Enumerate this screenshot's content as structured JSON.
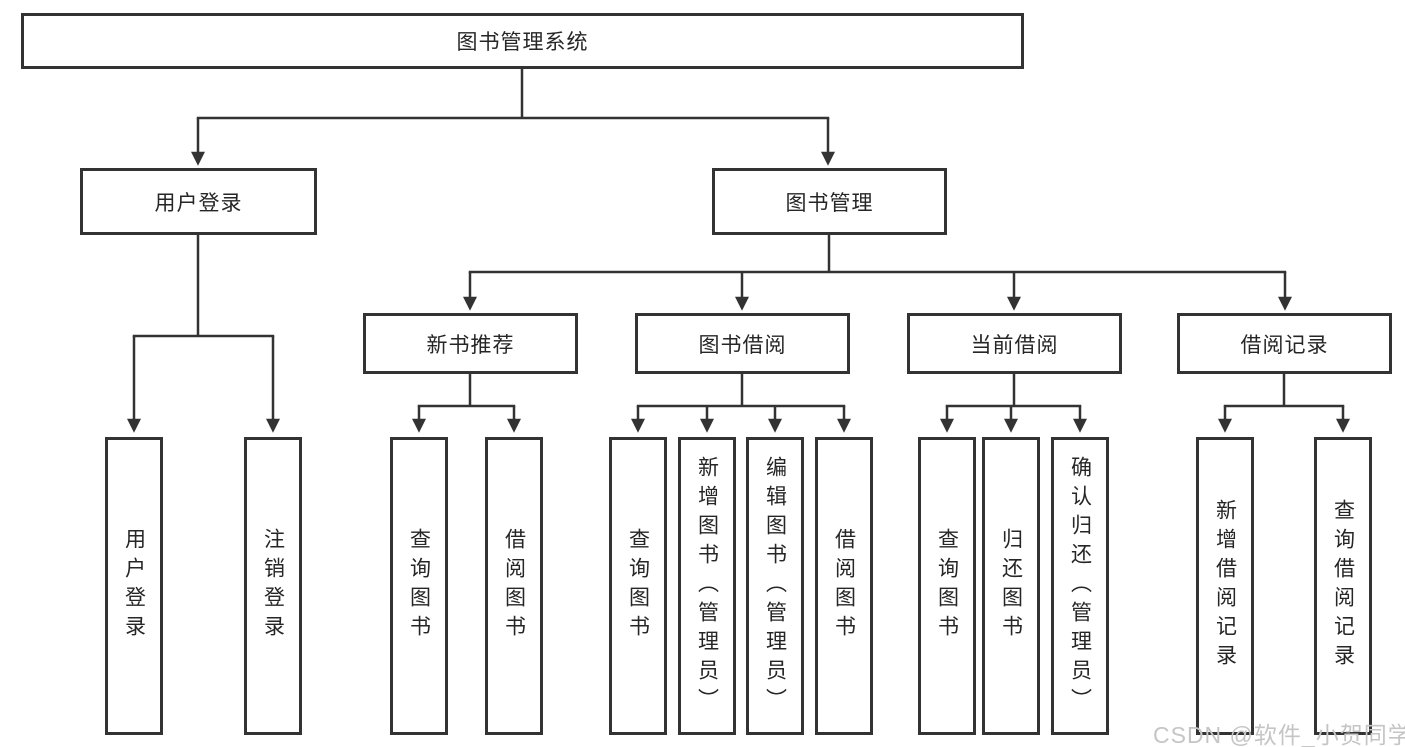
{
  "tree": {
    "root": {
      "label": "图书管理系统"
    },
    "branches": [
      {
        "label": "用户登录",
        "children": [
          {
            "label": "用户登录"
          },
          {
            "label": "注销登录"
          }
        ]
      },
      {
        "label": "图书管理",
        "children": [
          {
            "label": "新书推荐",
            "children": [
              {
                "label": "查询图书"
              },
              {
                "label": "借阅图书"
              }
            ]
          },
          {
            "label": "图书借阅",
            "children": [
              {
                "label": "查询图书"
              },
              {
                "label": "新增图书（管理员）"
              },
              {
                "label": "编辑图书（管理员）"
              },
              {
                "label": "借阅图书"
              }
            ]
          },
          {
            "label": "当前借阅",
            "children": [
              {
                "label": "查询图书"
              },
              {
                "label": "归还图书"
              },
              {
                "label": "确认归还（管理员）"
              }
            ]
          },
          {
            "label": "借阅记录",
            "children": [
              {
                "label": "新增借阅记录"
              },
              {
                "label": "查询借阅记录"
              }
            ]
          }
        ]
      }
    ]
  },
  "watermark": {
    "text": "CSDN @软件_小贺同学"
  },
  "colors": {
    "line": "#333333",
    "text": "#262626",
    "watermark": "#c5c5c5",
    "background": "#ffffff"
  }
}
